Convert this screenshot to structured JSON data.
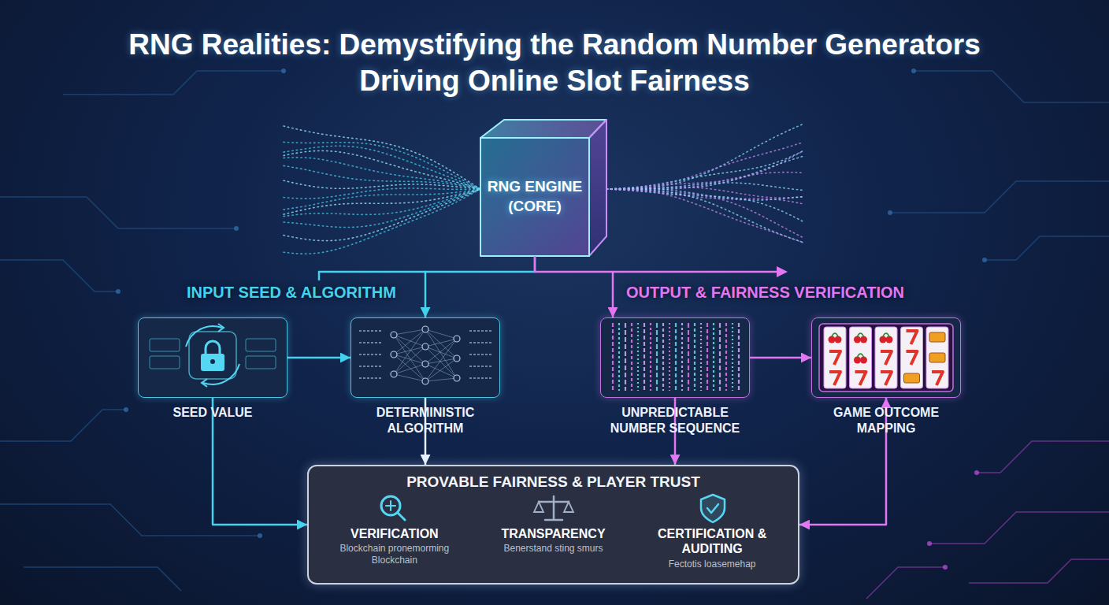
{
  "diagram": {
    "title": "RNG Realities: Demystifying the Random Number Generators Driving Online Slot Fairness",
    "nodes": [
      {
        "text": [
          "RNG ENGINE (CORE)"
        ]
      },
      {
        "text": [
          "SEED VALUE"
        ]
      },
      {
        "text": [
          "DETERMINISTIC ALGORITHM"
        ]
      },
      {
        "text": [
          "UNPREDICTABLE NUMBER SEQUENCE"
        ]
      },
      {
        "text": [
          "GAME OUTCOME MAPPING"
        ]
      },
      {
        "text": [
          "PROVABLE FAIRNESS & PLAYER TRUST",
          "VERIFICATION",
          "Blockchain pronemorming Blockchain",
          "TRANSPARENCY",
          "Benerstand sting smurs",
          "CERTIFICATION & AUDITING",
          "Fectotis loasemehap"
        ]
      }
    ],
    "edges": [
      {
        "from": 0,
        "to": 2,
        "arrow": "to"
      },
      {
        "from": 0,
        "to": 3,
        "arrow": "to"
      },
      {
        "from": 1,
        "to": 2,
        "arrow": "to"
      },
      {
        "from": 3,
        "to": 4,
        "arrow": "to"
      },
      {
        "from": 1,
        "to": 5,
        "arrow": "to"
      },
      {
        "from": 2,
        "to": 5,
        "arrow": "to"
      },
      {
        "from": 3,
        "to": 5,
        "arrow": "to"
      },
      {
        "from": 5,
        "to": 4,
        "arrow": "both"
      }
    ],
    "labels": [
      "INPUT SEED & ALGORITHM",
      "OUTPUT & FAIRNESS VERIFICATION"
    ]
  }
}
